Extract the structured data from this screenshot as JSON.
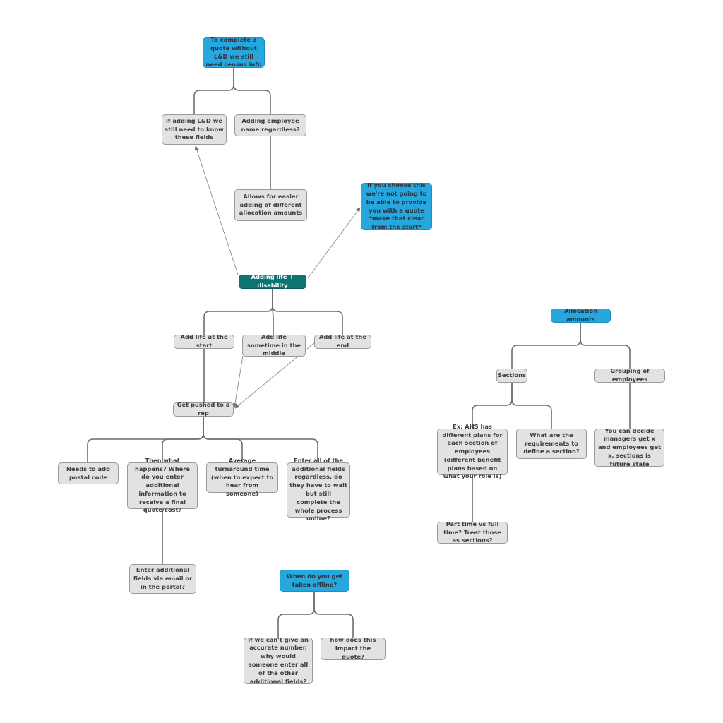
{
  "colors": {
    "blue": "#26a7de",
    "teal": "#0e7472",
    "gray": "#e2e2e2",
    "line": "#6d6d6d"
  },
  "nodes": {
    "census": "To complete a quote without L&D we still need census info",
    "ld_fields": "if adding L&D we still need to know these fields",
    "employee_name": "Adding employee name regardless?",
    "easier_adding": "Allows for easier adding of different allocation amounts",
    "no_quote": "If you choose this we're not going to be able to provide you with a quote *make that clear from the start*",
    "adding_life": "Adding life + disability",
    "life_start": "Add life at the start",
    "life_middle": "Add life sometime in the middle",
    "life_end": "Add life at the end",
    "pushed_rep": "Get pushed to a rep",
    "postal_code": "Needs to add postal code",
    "then_what": "Then what happens? Where do you enter additional information to receive a final quote/cost?",
    "turnaround": "Average turnaround time (when to expect to hear from someone)",
    "enter_all": "Enter all of the additional fields regardless, do they have to wait but still complete the whole process online?",
    "enter_email": "Enter additional fields via email or in the portal?",
    "offline": "When do you get taken offline?",
    "accurate_number": "If we can't give an accurate number, why would someone enter all of the other additional fields?",
    "impact_quote": "how does this impact the quote?",
    "allocation": "Allocation amounts",
    "sections": "Sections",
    "grouping": "Grouping of employees",
    "ahs": "Ex: AHS has different plans for each section of employees (different benefit plans based on what your role is)",
    "requirements": "What are the requirements to define a section?",
    "managers": "You can decide managers get x and employees get x, sections is future state",
    "part_time": "Part time vs full time? Treat those as sections?"
  }
}
